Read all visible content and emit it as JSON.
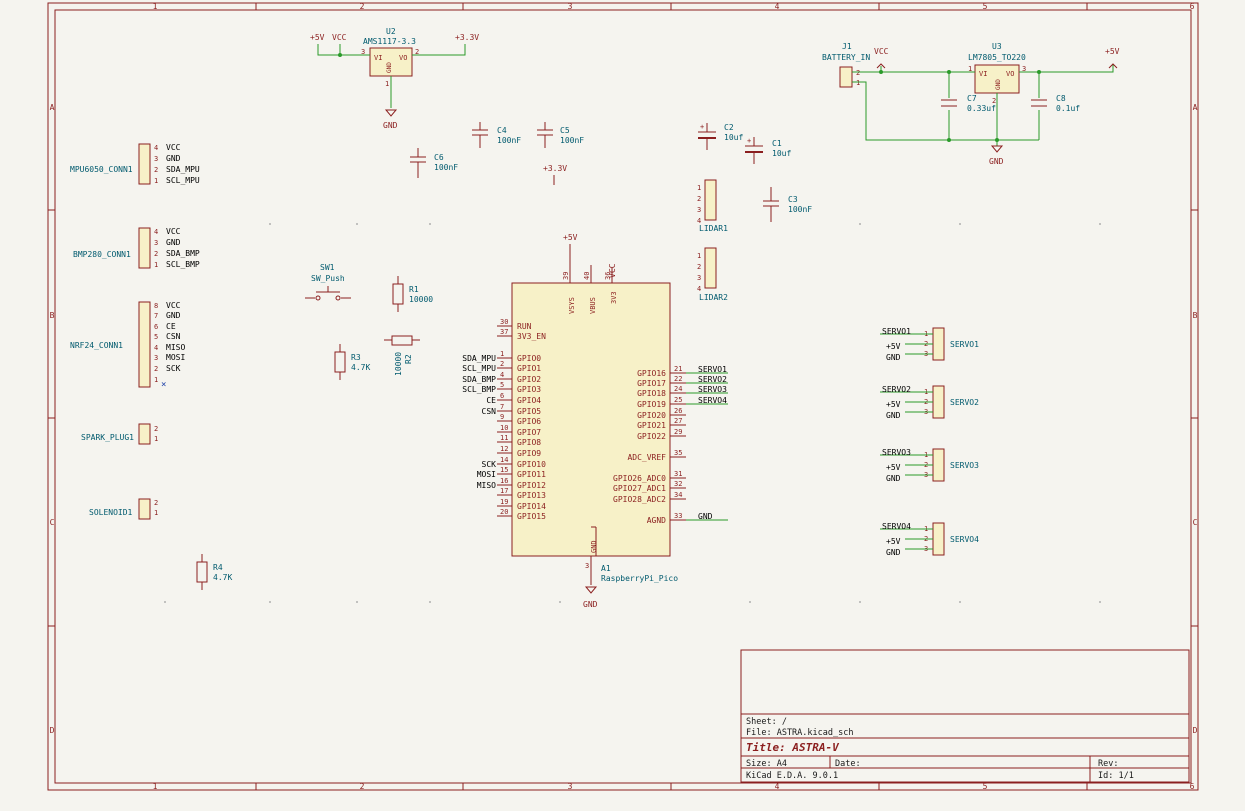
{
  "colors": {
    "bg": "#f5f4ef",
    "frame": "#8b1f1f",
    "wire": "#2a9a2a",
    "ref": "#005a6e",
    "body": "#f7f1c8",
    "pin": "#8b1f1f",
    "label": "#000000"
  },
  "frame": {
    "cols": [
      "1",
      "2",
      "3",
      "4",
      "5",
      "6"
    ],
    "rows": [
      "A",
      "B",
      "C",
      "D"
    ]
  },
  "title_block": {
    "sheet": "Sheet: /",
    "file": "File: ASTRA.kicad_sch",
    "title": "Title: ASTRA-V",
    "size": "Size: A4",
    "date": "Date:",
    "rev": "Rev:",
    "tool": "KiCad E.D.A. 9.0.1",
    "id": "Id: 1/1"
  },
  "power": {
    "p5v": "+5V",
    "vcc": "VCC",
    "p3v3": "+3.3V",
    "gnd": "GND"
  },
  "u2": {
    "ref": "U2",
    "value": "AMS1117-3.3",
    "vi": "VI",
    "vo": "VO",
    "gnd": "GND",
    "p1": "1",
    "p2": "2",
    "p3": "3"
  },
  "u3": {
    "ref": "U3",
    "value": "LM7805_TO220",
    "vi": "VI",
    "vo": "VO",
    "gnd": "GND",
    "p1": "1",
    "p2": "2",
    "p3": "3"
  },
  "j1": {
    "ref": "J1",
    "value": "BATTERY_IN",
    "p1": "1",
    "p2": "2"
  },
  "caps": {
    "c1": {
      "ref": "C1",
      "value": "10uf"
    },
    "c2": {
      "ref": "C2",
      "value": "10uf"
    },
    "c3": {
      "ref": "C3",
      "value": "100nF"
    },
    "c4": {
      "ref": "C4",
      "value": "100nF"
    },
    "c5": {
      "ref": "C5",
      "value": "100nF"
    },
    "c6": {
      "ref": "C6",
      "value": "100nF"
    },
    "c7": {
      "ref": "C7",
      "value": "0.33uf"
    },
    "c8": {
      "ref": "C8",
      "value": "0.1uf"
    }
  },
  "resistors": {
    "r1": {
      "ref": "R1",
      "value": "10000"
    },
    "r2": {
      "ref": "R2",
      "value": "10000"
    },
    "r3": {
      "ref": "R3",
      "value": "4.7K"
    },
    "r4": {
      "ref": "R4",
      "value": "4.7K"
    }
  },
  "sw1": {
    "ref": "SW1",
    "value": "SW_Push"
  },
  "connectors": {
    "mpu": {
      "name": "MPU6050_CONN1",
      "pins": [
        "4",
        "3",
        "2",
        "1"
      ],
      "labels": [
        "VCC",
        "GND",
        "SDA_MPU",
        "SCL_MPU"
      ]
    },
    "bmp": {
      "name": "BMP280_CONN1",
      "pins": [
        "4",
        "3",
        "2",
        "1"
      ],
      "labels": [
        "VCC",
        "GND",
        "SDA_BMP",
        "SCL_BMP"
      ]
    },
    "nrf": {
      "name": "NRF24_CONN1",
      "pins": [
        "8",
        "7",
        "6",
        "5",
        "4",
        "3",
        "2",
        "1"
      ],
      "labels": [
        "VCC",
        "GND",
        "CE",
        "CSN",
        "MISO",
        "MOSI",
        "SCK",
        ""
      ]
    },
    "spark": {
      "name": "SPARK_PLUG1",
      "pins": [
        "2",
        "1"
      ]
    },
    "sol": {
      "name": "SOLENOID1",
      "pins": [
        "2",
        "1"
      ]
    },
    "lidar1": {
      "name": "LIDAR1",
      "pins": [
        "1",
        "2",
        "3",
        "4"
      ]
    },
    "lidar2": {
      "name": "LIDAR2",
      "pins": [
        "1",
        "2",
        "3",
        "4"
      ]
    }
  },
  "servos": [
    {
      "name": "SERVO1",
      "pins": [
        "1",
        "2",
        "3"
      ],
      "labels": [
        "SERVO1",
        "+5V",
        "GND"
      ]
    },
    {
      "name": "SERVO2",
      "pins": [
        "1",
        "2",
        "3"
      ],
      "labels": [
        "SERVO2",
        "+5V",
        "GND"
      ]
    },
    {
      "name": "SERVO3",
      "pins": [
        "1",
        "2",
        "3"
      ],
      "labels": [
        "SERVO3",
        "+5V",
        "GND"
      ]
    },
    {
      "name": "SERVO4",
      "pins": [
        "1",
        "2",
        "3"
      ],
      "labels": [
        "SERVO4",
        "+5V",
        "GND"
      ]
    }
  ],
  "pico": {
    "ref": "A1",
    "value": "RaspberryPi_Pico",
    "top_pins": [
      {
        "num": "39",
        "name": "VSYS"
      },
      {
        "num": "40",
        "name": "VBUS"
      },
      {
        "num": "36",
        "name": "3V3"
      }
    ],
    "top_net": "VCC",
    "left_pins": [
      {
        "num": "30",
        "name": "RUN",
        "net": ""
      },
      {
        "num": "37",
        "name": "3V3_EN",
        "net": ""
      },
      {
        "num": "1",
        "name": "GPIO0",
        "net": "SDA_MPU"
      },
      {
        "num": "2",
        "name": "GPIO1",
        "net": "SCL_MPU"
      },
      {
        "num": "4",
        "name": "GPIO2",
        "net": "SDA_BMP"
      },
      {
        "num": "5",
        "name": "GPIO3",
        "net": "SCL_BMP"
      },
      {
        "num": "6",
        "name": "GPIO4",
        "net": "CE"
      },
      {
        "num": "7",
        "name": "GPIO5",
        "net": "CSN"
      },
      {
        "num": "9",
        "name": "GPIO6",
        "net": ""
      },
      {
        "num": "10",
        "name": "GPIO7",
        "net": ""
      },
      {
        "num": "11",
        "name": "GPIO8",
        "net": ""
      },
      {
        "num": "12",
        "name": "GPIO9",
        "net": ""
      },
      {
        "num": "14",
        "name": "GPIO10",
        "net": "SCK"
      },
      {
        "num": "15",
        "name": "GPIO11",
        "net": "MOSI"
      },
      {
        "num": "16",
        "name": "GPIO12",
        "net": "MISO"
      },
      {
        "num": "17",
        "name": "GPIO13",
        "net": ""
      },
      {
        "num": "19",
        "name": "GPIO14",
        "net": ""
      },
      {
        "num": "20",
        "name": "GPIO15",
        "net": ""
      }
    ],
    "right_pins": [
      {
        "num": "21",
        "name": "GPIO16",
        "net": "SERVO1"
      },
      {
        "num": "22",
        "name": "GPIO17",
        "net": "SERVO2"
      },
      {
        "num": "24",
        "name": "GPIO18",
        "net": "SERVO3"
      },
      {
        "num": "25",
        "name": "GPIO19",
        "net": "SERVO4"
      },
      {
        "num": "26",
        "name": "GPIO20",
        "net": ""
      },
      {
        "num": "27",
        "name": "GPIO21",
        "net": ""
      },
      {
        "num": "29",
        "name": "GPIO22",
        "net": ""
      },
      {
        "num": "35",
        "name": "ADC_VREF",
        "net": ""
      },
      {
        "num": "31",
        "name": "GPIO26_ADC0",
        "net": ""
      },
      {
        "num": "32",
        "name": "GPIO27_ADC1",
        "net": ""
      },
      {
        "num": "34",
        "name": "GPIO28_ADC2",
        "net": ""
      },
      {
        "num": "33",
        "name": "AGND",
        "net": "GND"
      }
    ],
    "bottom_pin": {
      "num": "3",
      "name": "GND"
    }
  }
}
